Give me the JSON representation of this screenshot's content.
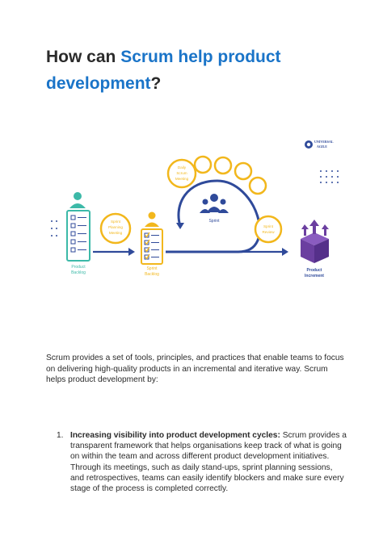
{
  "heading": {
    "prefix": "How can ",
    "highlight1": "Scrum help product",
    "highlight2": "development",
    "suffix": "?"
  },
  "diagram": {
    "logo_line1": "UNIVERSAL",
    "logo_line2": "AGILE",
    "product_backlog": [
      "Product",
      "Backlog"
    ],
    "sprint_planning": [
      "Sprint",
      "Planning",
      "Meeting"
    ],
    "sprint_backlog": [
      "Sprint",
      "Backlog"
    ],
    "daily_scrum": [
      "Daily",
      "Scrum",
      "Meeting"
    ],
    "sprint": "Sprint",
    "sprint_review": [
      "Sprint",
      "Review"
    ],
    "product_increment": [
      "Product",
      "Increment"
    ],
    "colors": {
      "teal": "#3cb9a8",
      "yellow": "#f2b71c",
      "navy": "#2f4a9a",
      "purple": "#6b3fa0"
    }
  },
  "intro": "Scrum provides a set of tools, principles, and practices that enable teams to focus on delivering high-quality products in an incremental and iterative way. Scrum helps product development by:",
  "list": [
    {
      "number": "1.",
      "bold": "Increasing visibility into product development cycles:",
      "text": " Scrum provides a transparent framework that helps organisations keep track of what is going on within the team and across different product development initiatives. Through its meetings, such as daily stand-ups, sprint planning sessions, and retrospectives, teams can easily identify blockers and make sure every stage of the process is completed correctly."
    }
  ]
}
